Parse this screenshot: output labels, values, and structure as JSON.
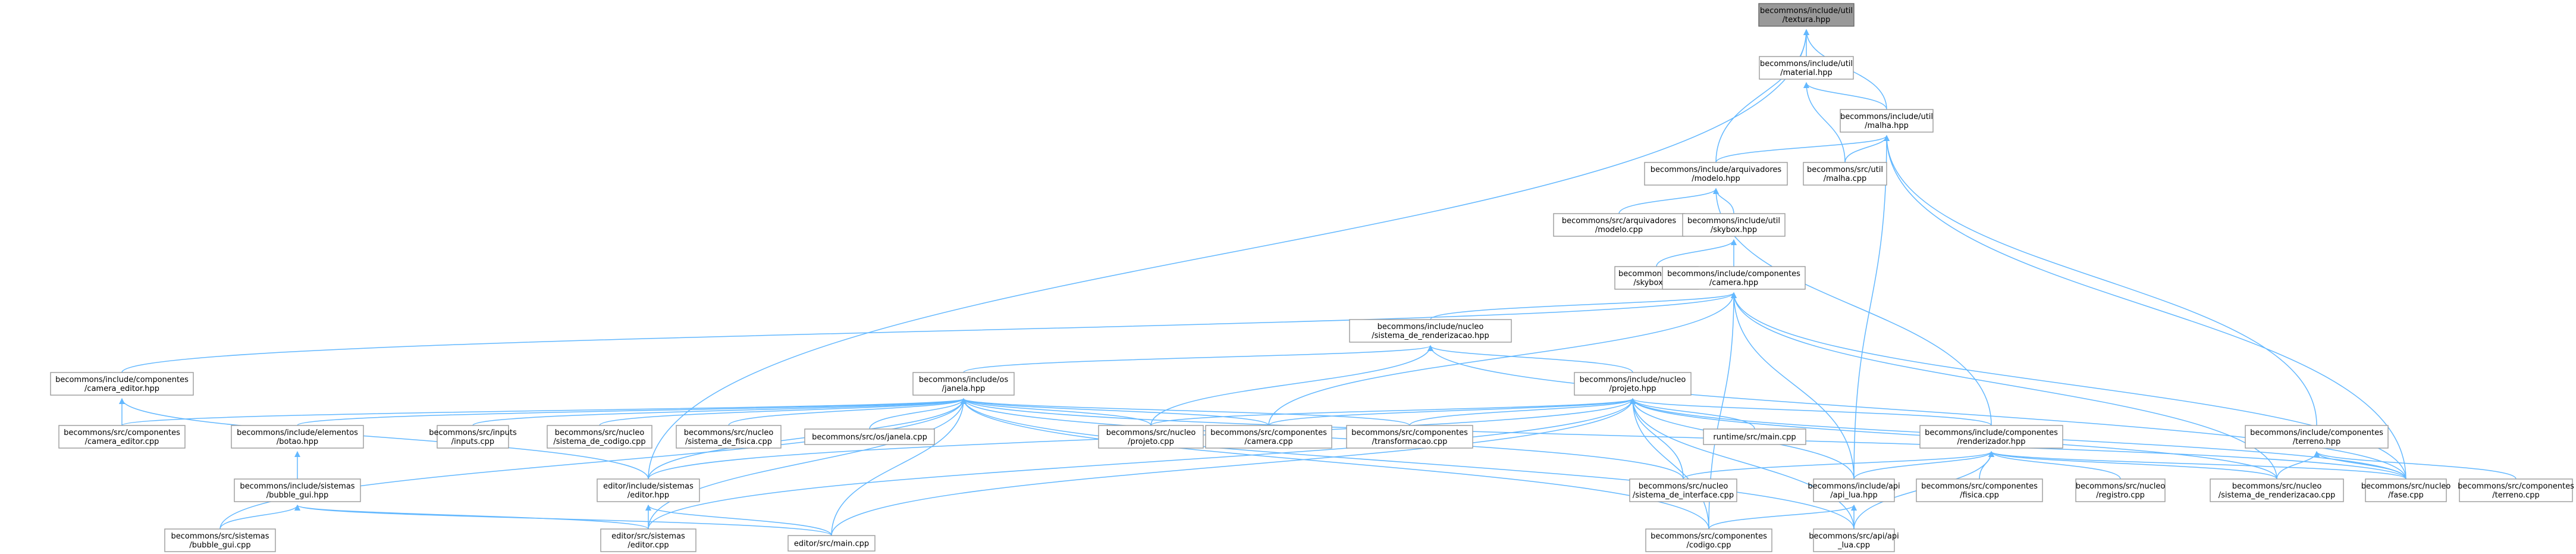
{
  "diagram": {
    "type": "include-dependency-graph",
    "colors": {
      "edge": "#63b8ff",
      "node_border": "#999999",
      "root_fill": "#999999",
      "node_fill": "#ffffff"
    },
    "nodes": [
      {
        "id": "textura_hpp",
        "lines": [
          "becommons/include/util",
          "/textura.hpp"
        ],
        "root": true
      },
      {
        "id": "material_hpp",
        "lines": [
          "becommons/include/util",
          "/material.hpp"
        ]
      },
      {
        "id": "malha_hpp",
        "lines": [
          "becommons/include/util",
          "/malha.hpp"
        ]
      },
      {
        "id": "modelo_hpp",
        "lines": [
          "becommons/include/arquivadores",
          "/modelo.hpp"
        ]
      },
      {
        "id": "malha_cpp",
        "lines": [
          "becommons/src/util",
          "/malha.cpp"
        ]
      },
      {
        "id": "modelo_cpp",
        "lines": [
          "becommons/src/arquivadores",
          "/modelo.cpp"
        ]
      },
      {
        "id": "skybox_hpp",
        "lines": [
          "becommons/include/util",
          "/skybox.hpp"
        ]
      },
      {
        "id": "skybox_cpp",
        "lines": [
          "becommons/src/util",
          "/skybox.cpp"
        ]
      },
      {
        "id": "camera_hpp",
        "lines": [
          "becommons/include/componentes",
          "/camera.hpp"
        ]
      },
      {
        "id": "sist_rend_hpp",
        "lines": [
          "becommons/include/nucleo",
          "/sistema_de_renderizacao.hpp"
        ]
      },
      {
        "id": "camera_editor_hpp",
        "lines": [
          "becommons/include/componentes",
          "/camera_editor.hpp"
        ]
      },
      {
        "id": "janela_hpp",
        "lines": [
          "becommons/include/os",
          "/janela.hpp"
        ]
      },
      {
        "id": "projeto_hpp",
        "lines": [
          "becommons/include/nucleo",
          "/projeto.hpp"
        ]
      },
      {
        "id": "camera_editor_cpp",
        "lines": [
          "becommons/src/componentes",
          "/camera_editor.cpp"
        ]
      },
      {
        "id": "botao_hpp",
        "lines": [
          "becommons/include/elementos",
          "/botao.hpp"
        ]
      },
      {
        "id": "inputs_cpp",
        "lines": [
          "becommons/src/inputs",
          "/inputs.cpp"
        ]
      },
      {
        "id": "sist_codigo_cpp",
        "lines": [
          "becommons/src/nucleo",
          "/sistema_de_codigo.cpp"
        ]
      },
      {
        "id": "sist_fisica_cpp",
        "lines": [
          "becommons/src/nucleo",
          "/sistema_de_fisica.cpp"
        ]
      },
      {
        "id": "janela_cpp",
        "lines": [
          "becommons/src/os/janela.cpp"
        ]
      },
      {
        "id": "projeto_cpp",
        "lines": [
          "becommons/src/nucleo",
          "/projeto.cpp"
        ]
      },
      {
        "id": "camera_cpp",
        "lines": [
          "becommons/src/componentes",
          "/camera.cpp"
        ]
      },
      {
        "id": "transf_cpp",
        "lines": [
          "becommons/src/componentes",
          "/transformacao.cpp"
        ]
      },
      {
        "id": "runtime_main",
        "lines": [
          "runtime/src/main.cpp"
        ]
      },
      {
        "id": "renderizador_hpp",
        "lines": [
          "becommons/include/componentes",
          "/renderizador.hpp"
        ]
      },
      {
        "id": "terreno_hpp",
        "lines": [
          "becommons/include/componentes",
          "/terreno.hpp"
        ]
      },
      {
        "id": "bubble_hpp",
        "lines": [
          "becommons/include/sistemas",
          "/bubble_gui.hpp"
        ]
      },
      {
        "id": "editor_hpp",
        "lines": [
          "editor/include/sistemas",
          "/editor.hpp"
        ]
      },
      {
        "id": "sist_interface_cpp",
        "lines": [
          "becommons/src/nucleo",
          "/sistema_de_interface.cpp"
        ]
      },
      {
        "id": "api_lua_hpp",
        "lines": [
          "becommons/include/api",
          "/api_lua.hpp"
        ]
      },
      {
        "id": "fisica_cpp",
        "lines": [
          "becommons/src/componentes",
          "/fisica.cpp"
        ]
      },
      {
        "id": "registro_cpp",
        "lines": [
          "becommons/src/nucleo",
          "/registro.cpp"
        ]
      },
      {
        "id": "sist_rend_cpp",
        "lines": [
          "becommons/src/nucleo",
          "/sistema_de_renderizacao.cpp"
        ]
      },
      {
        "id": "fase_cpp",
        "lines": [
          "becommons/src/nucleo",
          "/fase.cpp"
        ]
      },
      {
        "id": "terreno_cpp",
        "lines": [
          "becommons/src/componentes",
          "/terreno.cpp"
        ]
      },
      {
        "id": "bubble_cpp",
        "lines": [
          "becommons/src/sistemas",
          "/bubble_gui.cpp"
        ]
      },
      {
        "id": "editor_cpp",
        "lines": [
          "editor/src/sistemas",
          "/editor.cpp"
        ]
      },
      {
        "id": "editor_main",
        "lines": [
          "editor/src/main.cpp"
        ]
      },
      {
        "id": "codigo_cpp",
        "lines": [
          "becommons/src/componentes",
          "/codigo.cpp"
        ]
      },
      {
        "id": "api_lua_cpp",
        "lines": [
          "becommons/src/api/api",
          "_lua.cpp"
        ]
      }
    ],
    "edges": [
      [
        "material_hpp",
        "textura_hpp"
      ],
      [
        "malha_hpp",
        "textura_hpp"
      ],
      [
        "modelo_hpp",
        "textura_hpp"
      ],
      [
        "editor_hpp",
        "textura_hpp"
      ],
      [
        "malha_hpp",
        "material_hpp"
      ],
      [
        "malha_cpp",
        "material_hpp"
      ],
      [
        "modelo_hpp",
        "malha_hpp"
      ],
      [
        "malha_cpp",
        "malha_hpp"
      ],
      [
        "terreno_hpp",
        "malha_hpp"
      ],
      [
        "api_lua_hpp",
        "malha_hpp"
      ],
      [
        "fase_cpp",
        "malha_hpp"
      ],
      [
        "modelo_cpp",
        "modelo_hpp"
      ],
      [
        "skybox_hpp",
        "modelo_hpp"
      ],
      [
        "renderizador_hpp",
        "modelo_hpp"
      ],
      [
        "skybox_cpp",
        "skybox_hpp"
      ],
      [
        "camera_hpp",
        "skybox_hpp"
      ],
      [
        "sist_rend_hpp",
        "camera_hpp"
      ],
      [
        "camera_editor_hpp",
        "camera_hpp"
      ],
      [
        "camera_cpp",
        "camera_hpp"
      ],
      [
        "api_lua_hpp",
        "camera_hpp"
      ],
      [
        "codigo_cpp",
        "camera_hpp"
      ],
      [
        "sist_rend_cpp",
        "camera_hpp"
      ],
      [
        "fase_cpp",
        "camera_hpp"
      ],
      [
        "janela_hpp",
        "sist_rend_hpp"
      ],
      [
        "projeto_hpp",
        "sist_rend_hpp"
      ],
      [
        "projeto_cpp",
        "sist_rend_hpp"
      ],
      [
        "fase_cpp",
        "sist_rend_hpp"
      ],
      [
        "camera_editor_cpp",
        "camera_editor_hpp"
      ],
      [
        "editor_hpp",
        "camera_editor_hpp"
      ],
      [
        "camera_editor_cpp",
        "janela_hpp"
      ],
      [
        "botao_hpp",
        "janela_hpp"
      ],
      [
        "inputs_cpp",
        "janela_hpp"
      ],
      [
        "sist_codigo_cpp",
        "janela_hpp"
      ],
      [
        "sist_fisica_cpp",
        "janela_hpp"
      ],
      [
        "janela_cpp",
        "janela_hpp"
      ],
      [
        "projeto_cpp",
        "janela_hpp"
      ],
      [
        "camera_cpp",
        "janela_hpp"
      ],
      [
        "transf_cpp",
        "janela_hpp"
      ],
      [
        "bubble_cpp",
        "janela_hpp"
      ],
      [
        "editor_cpp",
        "janela_hpp"
      ],
      [
        "editor_main",
        "janela_hpp"
      ],
      [
        "sist_interface_cpp",
        "janela_hpp"
      ],
      [
        "codigo_cpp",
        "janela_hpp"
      ],
      [
        "api_lua_cpp",
        "janela_hpp"
      ],
      [
        "fase_cpp",
        "janela_hpp"
      ],
      [
        "editor_hpp",
        "janela_hpp"
      ],
      [
        "projeto_cpp",
        "projeto_hpp"
      ],
      [
        "camera_cpp",
        "projeto_hpp"
      ],
      [
        "transf_cpp",
        "projeto_hpp"
      ],
      [
        "runtime_main",
        "projeto_hpp"
      ],
      [
        "renderizador_hpp",
        "projeto_hpp"
      ],
      [
        "editor_hpp",
        "projeto_hpp"
      ],
      [
        "sist_interface_cpp",
        "projeto_hpp"
      ],
      [
        "api_lua_hpp",
        "projeto_hpp"
      ],
      [
        "editor_cpp",
        "projeto_hpp"
      ],
      [
        "editor_main",
        "projeto_hpp"
      ],
      [
        "codigo_cpp",
        "projeto_hpp"
      ],
      [
        "api_lua_cpp",
        "projeto_hpp"
      ],
      [
        "sist_rend_cpp",
        "projeto_hpp"
      ],
      [
        "fase_cpp",
        "projeto_hpp"
      ],
      [
        "bubble_hpp",
        "botao_hpp"
      ],
      [
        "bubble_cpp",
        "bubble_hpp"
      ],
      [
        "editor_cpp",
        "bubble_hpp"
      ],
      [
        "editor_main",
        "bubble_hpp"
      ],
      [
        "editor_cpp",
        "editor_hpp"
      ],
      [
        "editor_main",
        "editor_hpp"
      ],
      [
        "sist_interface_cpp",
        "renderizador_hpp"
      ],
      [
        "api_lua_hpp",
        "renderizador_hpp"
      ],
      [
        "fisica_cpp",
        "renderizador_hpp"
      ],
      [
        "registro_cpp",
        "renderizador_hpp"
      ],
      [
        "sist_rend_cpp",
        "renderizador_hpp"
      ],
      [
        "fase_cpp",
        "renderizador_hpp"
      ],
      [
        "api_lua_cpp",
        "renderizador_hpp"
      ],
      [
        "fase_cpp",
        "terreno_hpp"
      ],
      [
        "terreno_cpp",
        "terreno_hpp"
      ],
      [
        "sist_rend_cpp",
        "terreno_hpp"
      ],
      [
        "codigo_cpp",
        "api_lua_hpp"
      ],
      [
        "api_lua_cpp",
        "api_lua_hpp"
      ]
    ]
  }
}
